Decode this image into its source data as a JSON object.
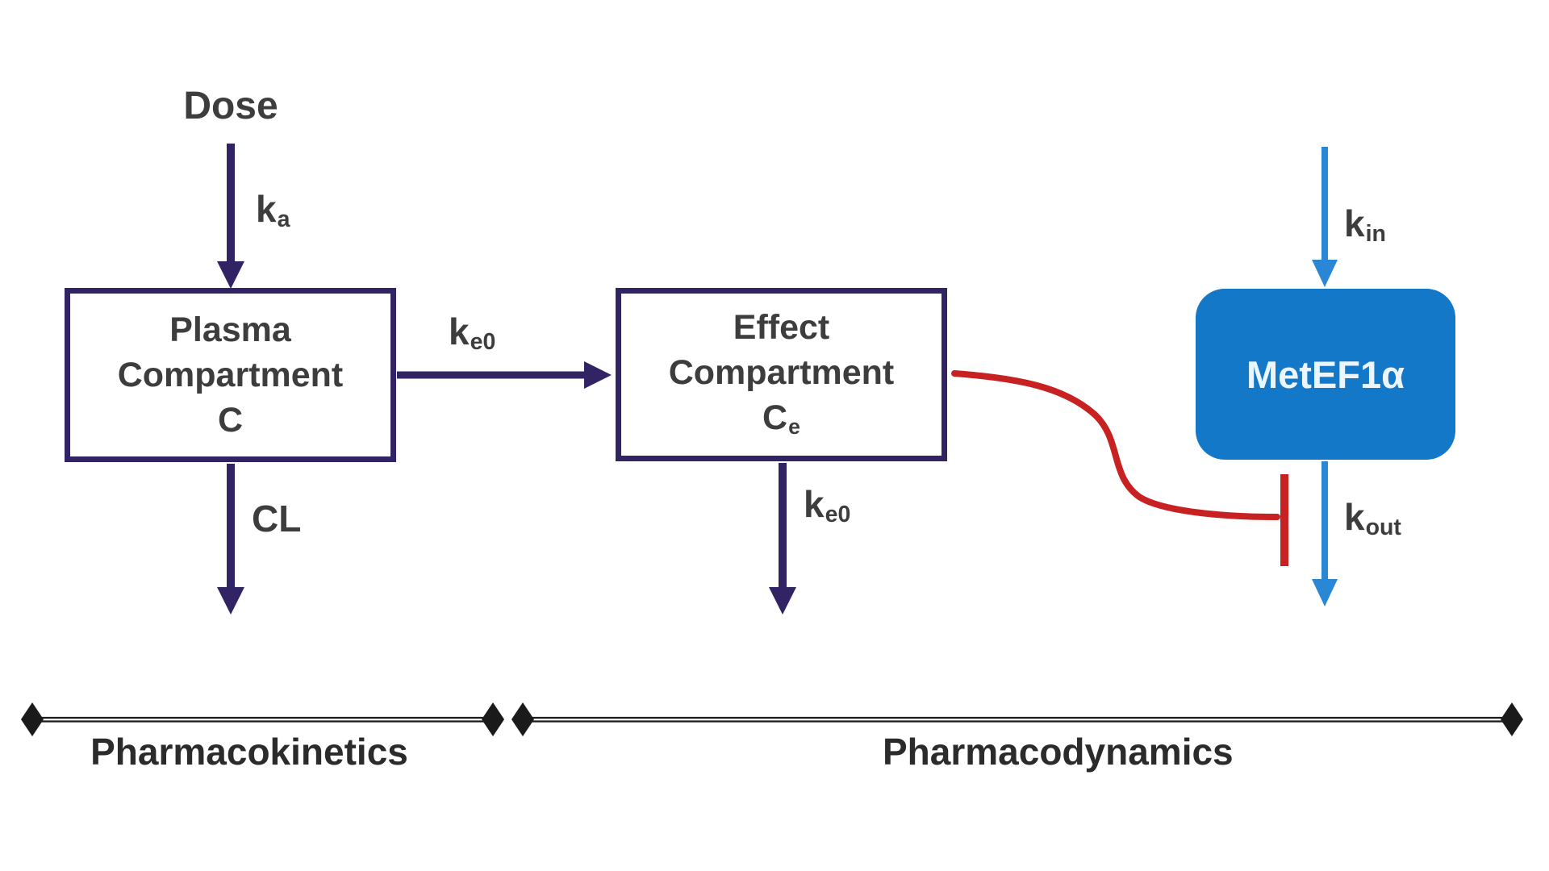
{
  "colors": {
    "purple": "#322364",
    "blue": "#1478c8",
    "bluearrow": "#2987d6",
    "red": "#c82121",
    "text": "#3d3d3d",
    "axis": "#1a1a1a",
    "boxtext": "#ecf5fc"
  },
  "labels": {
    "dose": "Dose",
    "cl": "CL",
    "pharmacokinetics": "Pharmacokinetics",
    "pharmacodynamics": "Pharmacodynamics"
  },
  "boxes": {
    "plasma": {
      "line1": "Plasma",
      "line2": "Compartment",
      "line3": "C"
    },
    "effect": {
      "line1": "Effect",
      "line2": "Compartment",
      "symbol": "C",
      "symbol_sub": "e"
    },
    "biomarker": {
      "label": "MetEF1α"
    }
  },
  "rates": {
    "ka": {
      "base": "k",
      "sub": "a"
    },
    "ke0_transfer": {
      "base": "k",
      "sub": "e0"
    },
    "ke0_elimination": {
      "base": "k",
      "sub": "e0"
    },
    "kin": {
      "base": "k",
      "sub": "in"
    },
    "kout": {
      "base": "k",
      "sub": "out"
    }
  },
  "edges": [
    {
      "from": "Dose",
      "to": "Plasma Compartment C",
      "label": "ka",
      "style": "arrow",
      "color": "purple"
    },
    {
      "from": "Plasma Compartment C",
      "to": "Effect Compartment Ce",
      "label": "ke0",
      "style": "arrow",
      "color": "purple"
    },
    {
      "from": "Plasma Compartment C",
      "to": "clearance out",
      "label": "CL",
      "style": "arrow",
      "color": "purple"
    },
    {
      "from": "Effect Compartment Ce",
      "to": "elimination out",
      "label": "ke0",
      "style": "arrow",
      "color": "purple"
    },
    {
      "from": "production in",
      "to": "MetEF1α",
      "label": "kin",
      "style": "arrow",
      "color": "blue"
    },
    {
      "from": "MetEF1α",
      "to": "degradation out",
      "label": "kout",
      "style": "arrow",
      "color": "blue"
    },
    {
      "from": "Effect Compartment Ce",
      "to": "kout arrow",
      "label": "",
      "style": "inhibition",
      "color": "red"
    }
  ]
}
